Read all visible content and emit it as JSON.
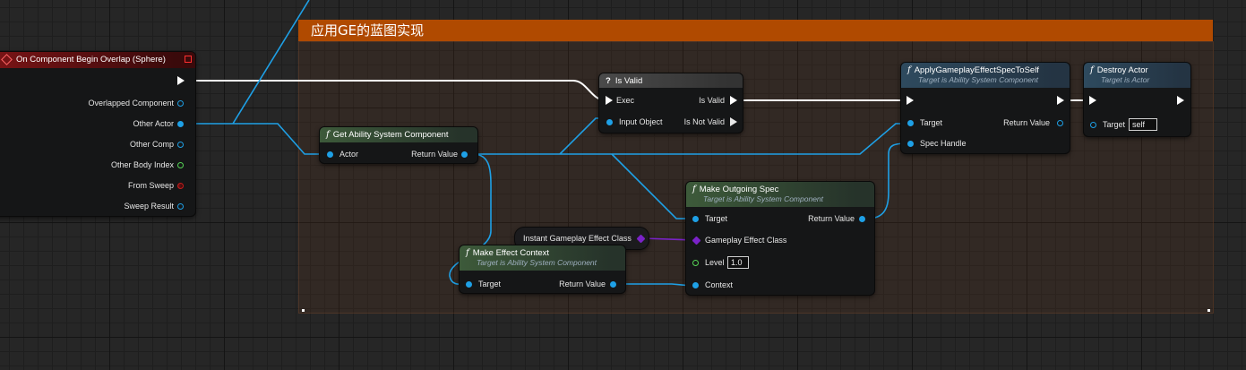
{
  "comment": {
    "title": "应用GE的蓝图实现"
  },
  "event_node": {
    "title": "On Component Begin Overlap (Sphere)",
    "pins": [
      "Overlapped Component",
      "Other Actor",
      "Other Comp",
      "Other Body Index",
      "From Sweep",
      "Sweep Result"
    ]
  },
  "get_asc": {
    "title": "Get Ability System Component",
    "in": "Actor",
    "out": "Return Value"
  },
  "is_valid": {
    "icon": "?",
    "title": "Is Valid",
    "exec": "Exec",
    "input": "Input Object",
    "is_valid": "Is Valid",
    "is_not_valid": "Is Not Valid"
  },
  "apply_ge": {
    "title": "ApplyGameplayEffectSpecToSelf",
    "subtitle": "Target is Ability System Component",
    "target": "Target",
    "spec": "Spec Handle",
    "out": "Return Value"
  },
  "destroy": {
    "title": "Destroy Actor",
    "subtitle": "Target is Actor",
    "target": "Target",
    "value": "self"
  },
  "make_spec": {
    "title": "Make Outgoing Spec",
    "subtitle": "Target is Ability System Component",
    "target": "Target",
    "ge_class": "Gameplay Effect Class",
    "level": "Level",
    "level_value": "1.0",
    "context": "Context",
    "out": "Return Value"
  },
  "ge_class_var": {
    "label": "Instant Gameplay Effect Class"
  },
  "make_ctx": {
    "title": "Make Effect Context",
    "subtitle": "Target is Ability System Component",
    "target": "Target",
    "out": "Return Value"
  },
  "colors": {
    "object_pin": "#1ea0e6",
    "exec_pin": "#ffffff",
    "class_pin": "#7a22c8",
    "float_pin": "#55d455",
    "bool_pin": "#c41c1c",
    "comment": "#b04a00"
  }
}
